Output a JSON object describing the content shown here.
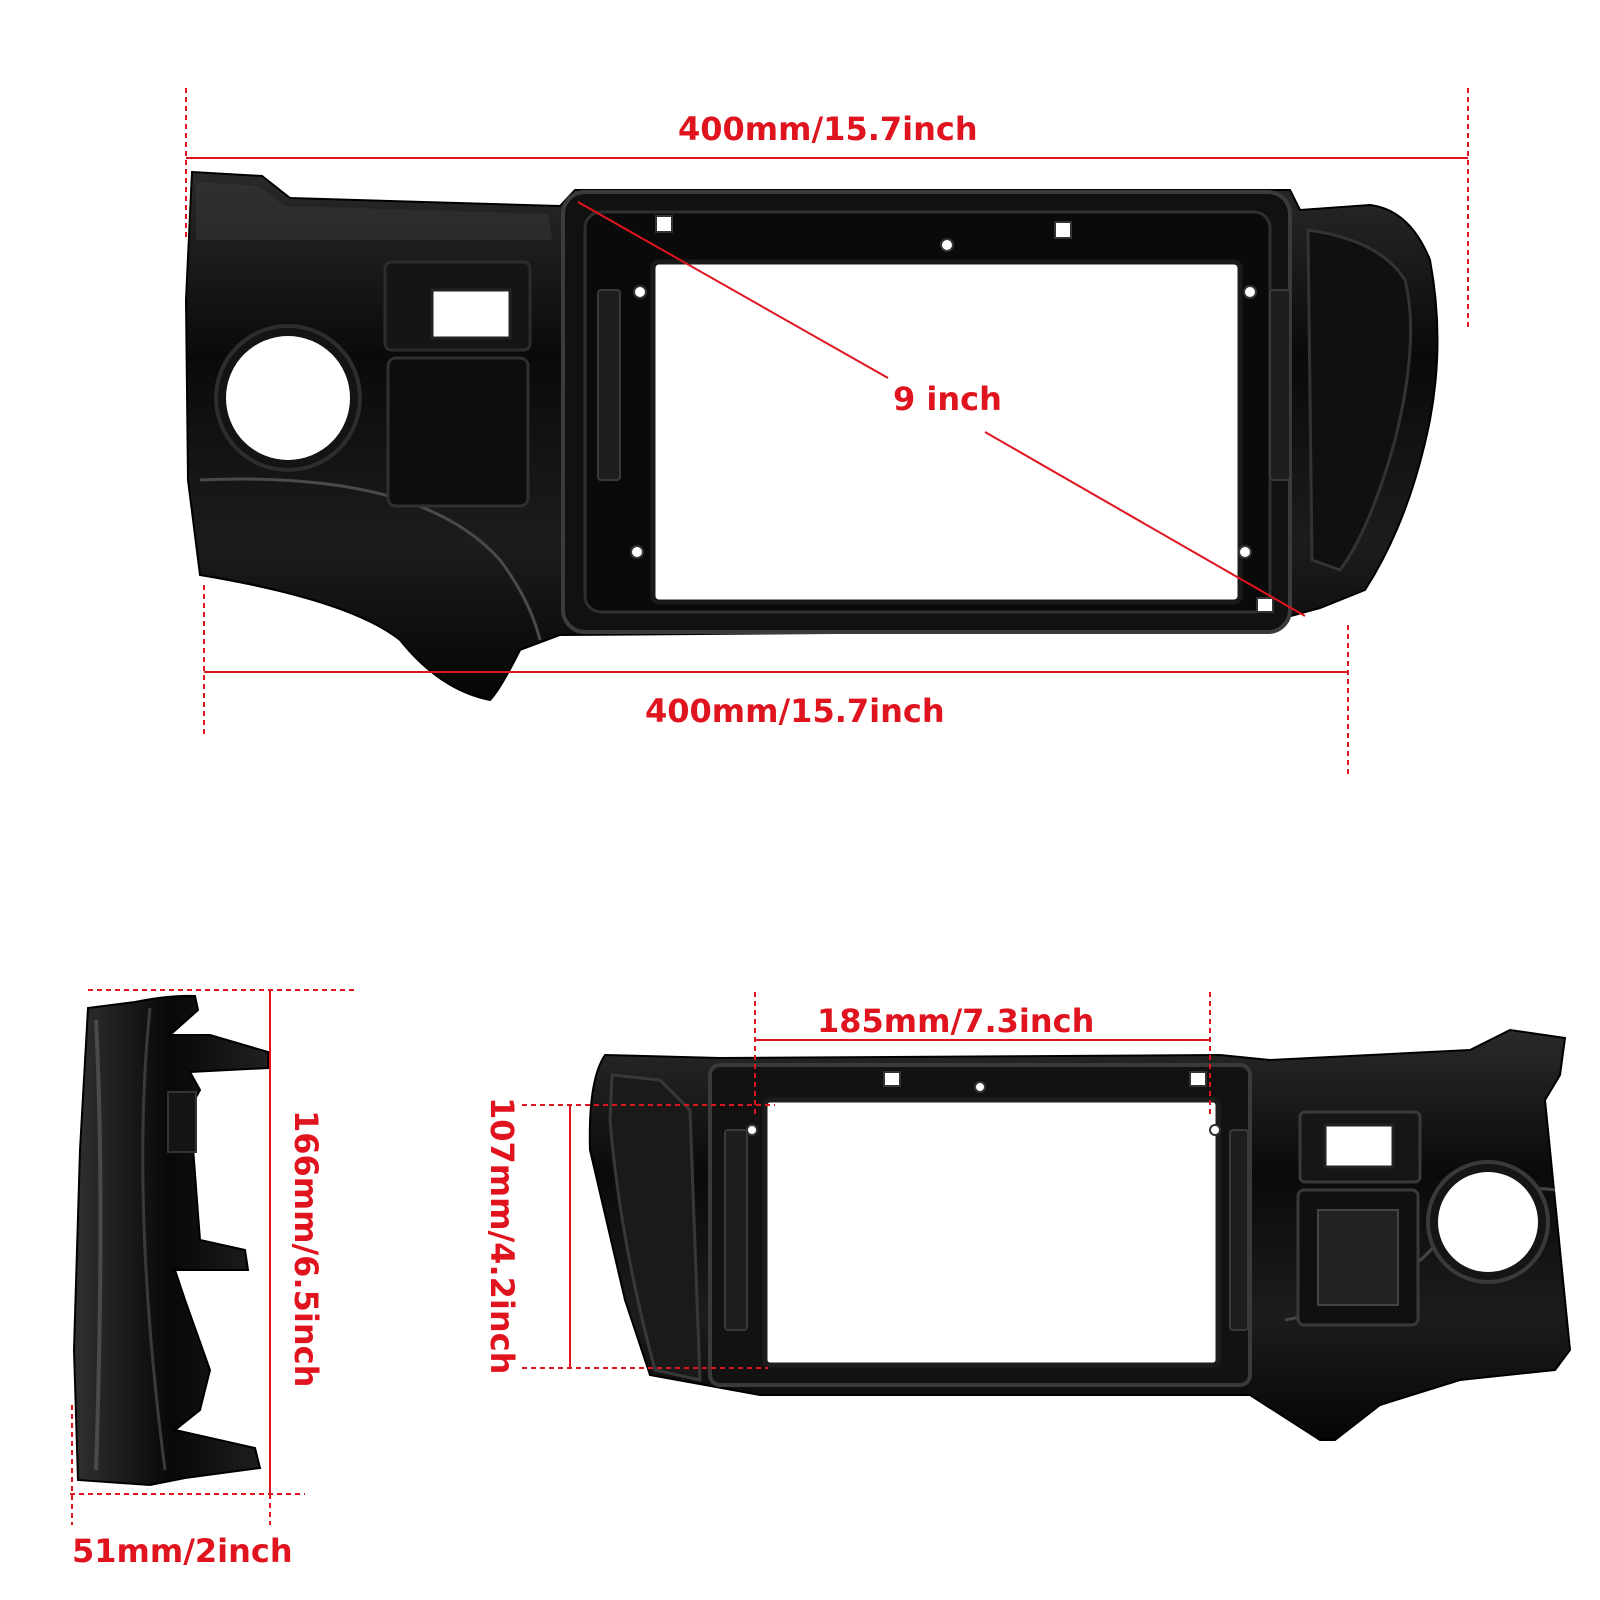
{
  "colors": {
    "accent": "#e0141e",
    "part_body": "#0c0c0c",
    "part_highlight": "#3a3a3a",
    "background": "#ffffff"
  },
  "labels": {
    "front_top_width": "400mm/15.7inch",
    "screen_diagonal": "9 inch",
    "front_bottom_width": "400mm/15.7inch",
    "side_height": "166mm/6.5inch",
    "side_depth": "51mm/2inch",
    "back_opening_width": "185mm/7.3inch",
    "back_opening_height": "107mm/4.2inch"
  }
}
